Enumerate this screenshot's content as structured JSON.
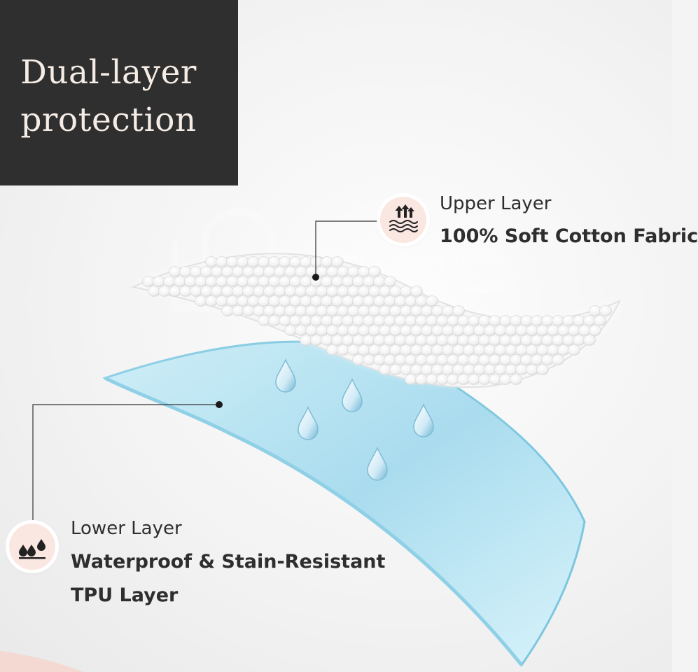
{
  "title": {
    "line1": "Dual-layer",
    "line2": "protection"
  },
  "upper_layer": {
    "heading": "Upper Layer",
    "description": "100% Soft Cotton Fabric",
    "icon": "breathable-arrows-icon"
  },
  "lower_layer": {
    "heading": "Lower Layer",
    "description_line1": "Waterproof & Stain-Resistant",
    "description_line2": "TPU Layer",
    "icon": "water-drops-icon"
  },
  "colors": {
    "title_bg": "#2f2f2f",
    "title_text": "#f5ece6",
    "tpu_layer": "#bfe6f2",
    "badge_bg": "#fbe7e1",
    "text": "#2e2e2e"
  }
}
